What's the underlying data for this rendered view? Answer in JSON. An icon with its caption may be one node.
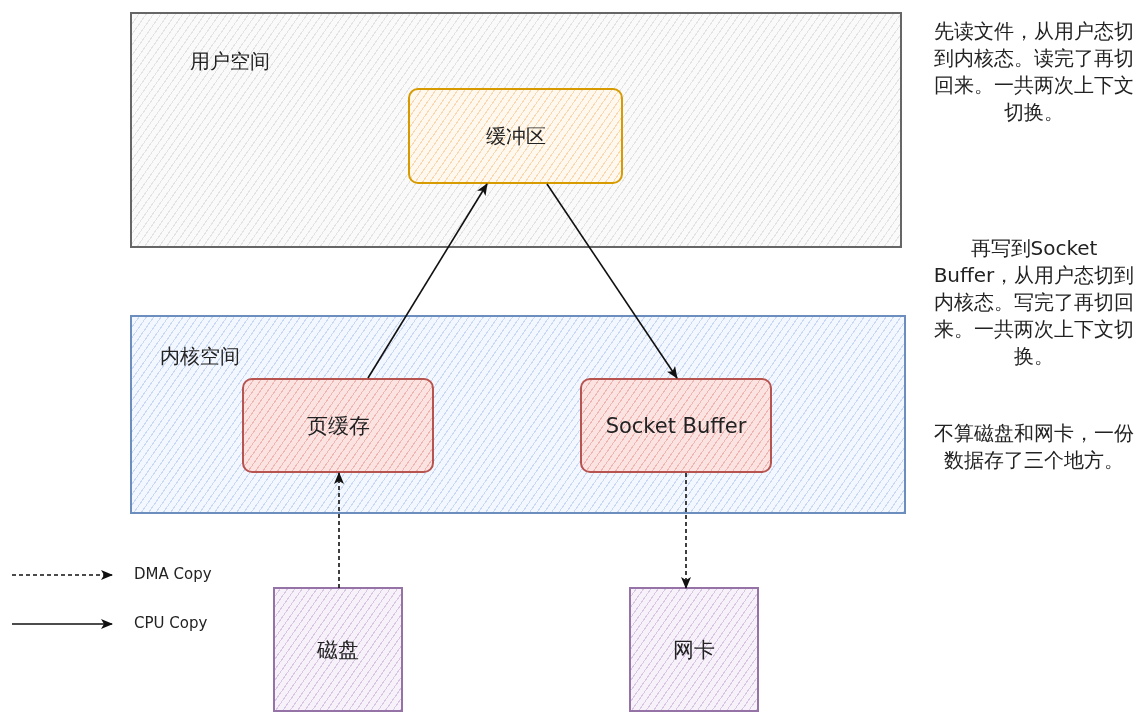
{
  "diagram": {
    "nodes": [
      {
        "text": [
          "用户空间"
        ]
      },
      {
        "text": [
          "缓冲区"
        ],
        "in": 0
      },
      {
        "text": [
          "内核空间"
        ]
      },
      {
        "text": [
          "页缓存"
        ],
        "in": 2
      },
      {
        "text": [
          "Socket Buffer"
        ],
        "in": 2
      },
      {
        "text": [
          "磁盘"
        ]
      },
      {
        "text": [
          "网卡"
        ]
      }
    ],
    "edges": [
      {
        "from": 3,
        "to": 1,
        "arrow": "to"
      },
      {
        "from": 1,
        "to": 4,
        "arrow": "to"
      },
      {
        "from": 5,
        "to": 3,
        "arrow": "to",
        "style": "dashed"
      },
      {
        "from": 4,
        "to": 6,
        "arrow": "to",
        "style": "dashed"
      }
    ],
    "labels": [
      "先读文件，从用户态切到内核态。读完了再切回来。一共两次上下文切换。",
      "再写到Socket Buffer，从用户态切到内核态。写完了再切回来。一共两次上下文切换。",
      "不算磁盘和网卡，一份数据存了三个地方。"
    ],
    "legend": [
      {
        "text": "DMA Copy"
      },
      {
        "text": "CPU Copy"
      }
    ]
  }
}
